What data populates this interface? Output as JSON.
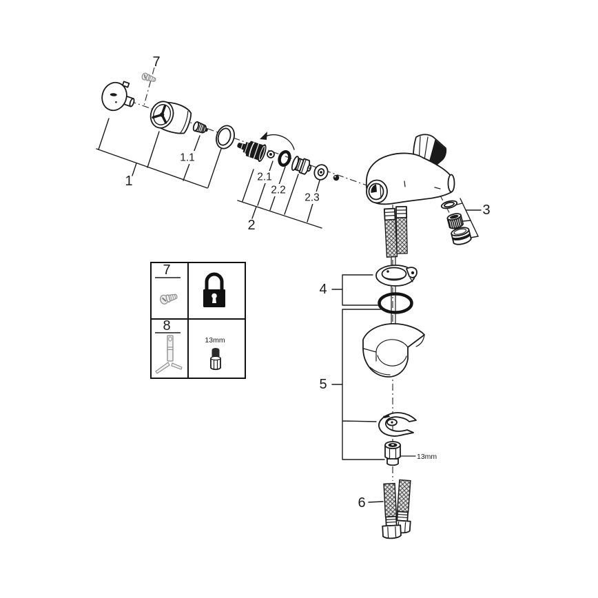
{
  "diagram": {
    "background_color": "#ffffff",
    "line_color": "#1a1a1a",
    "muted_gray": "#8f8f8f",
    "part_labels": {
      "p7_top": "7",
      "p1": "1",
      "p1_1": "1.1",
      "p2": "2",
      "p2_1": "2.1",
      "p2_2": "2.2",
      "p2_3": "2.3",
      "p3": "3",
      "p4": "4",
      "p5": "5",
      "p6": "6"
    },
    "annotations": {
      "nut_size": "13mm"
    },
    "legend": {
      "rows": [
        {
          "number": "7",
          "icon": "grub-screw-icon",
          "symbol": "padlock-icon"
        },
        {
          "number": "8",
          "icon": "socket-wrench-icon",
          "symbol": "socket-icon",
          "size": "13mm"
        }
      ]
    }
  }
}
